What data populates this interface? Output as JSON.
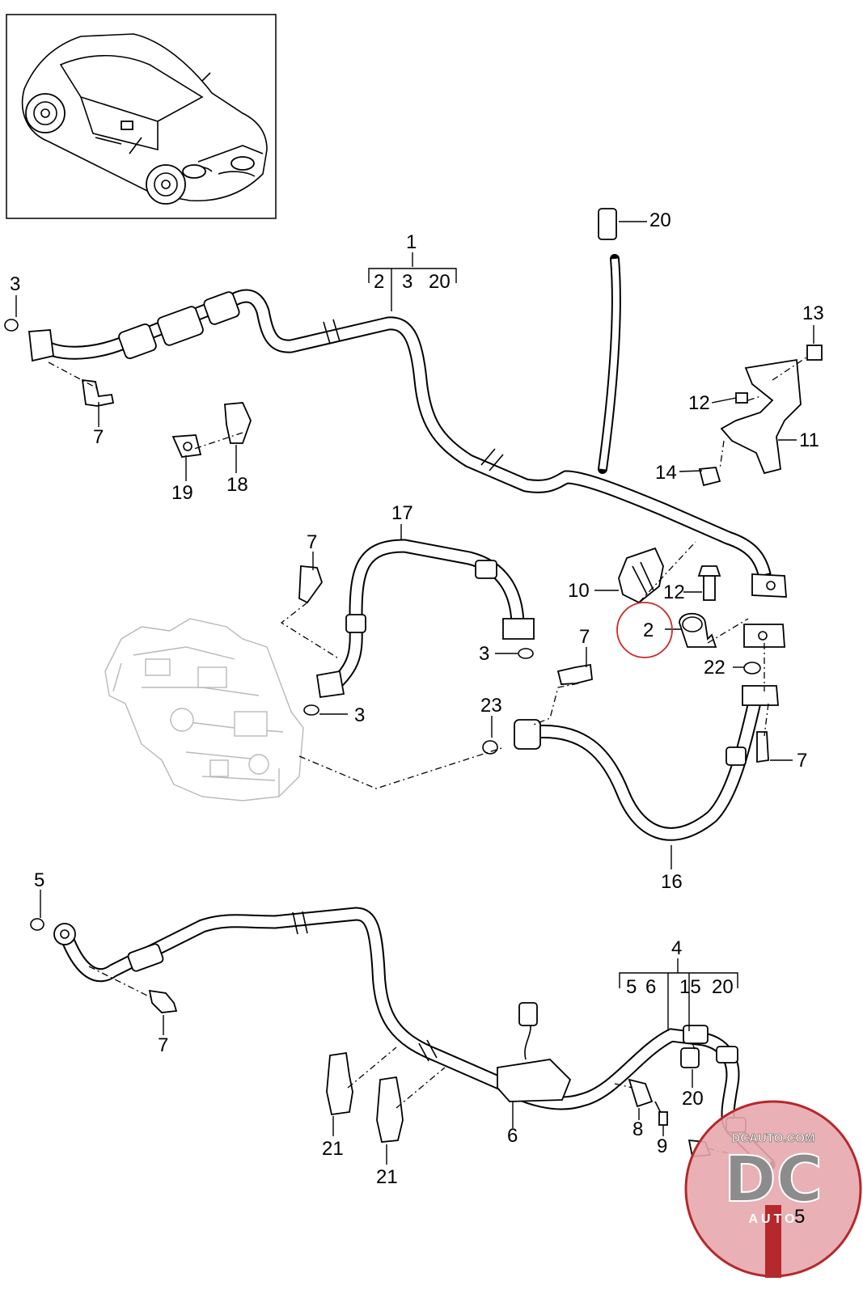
{
  "callouts": {
    "c1": "1",
    "c2": "2",
    "c3": "3",
    "c4": "4",
    "c5": "5",
    "c6": "6",
    "c7": "7",
    "c8": "8",
    "c9": "9",
    "c10": "10",
    "c11": "11",
    "c12": "12",
    "c13": "13",
    "c14": "14",
    "c15": "15",
    "c16": "16",
    "c17": "17",
    "c18": "18",
    "c19": "19",
    "c20": "20",
    "c21": "21",
    "c22": "22",
    "c23": "23"
  },
  "watermark": {
    "site": "DCAUTO.COM",
    "logo_letters": "DC",
    "logo_word": "AUTO"
  },
  "highlight_color": "#cc2a2a",
  "watermark_colors": {
    "red": "#b5282b",
    "pink": "#e7a9ad",
    "grey": "#8c8c8c"
  }
}
